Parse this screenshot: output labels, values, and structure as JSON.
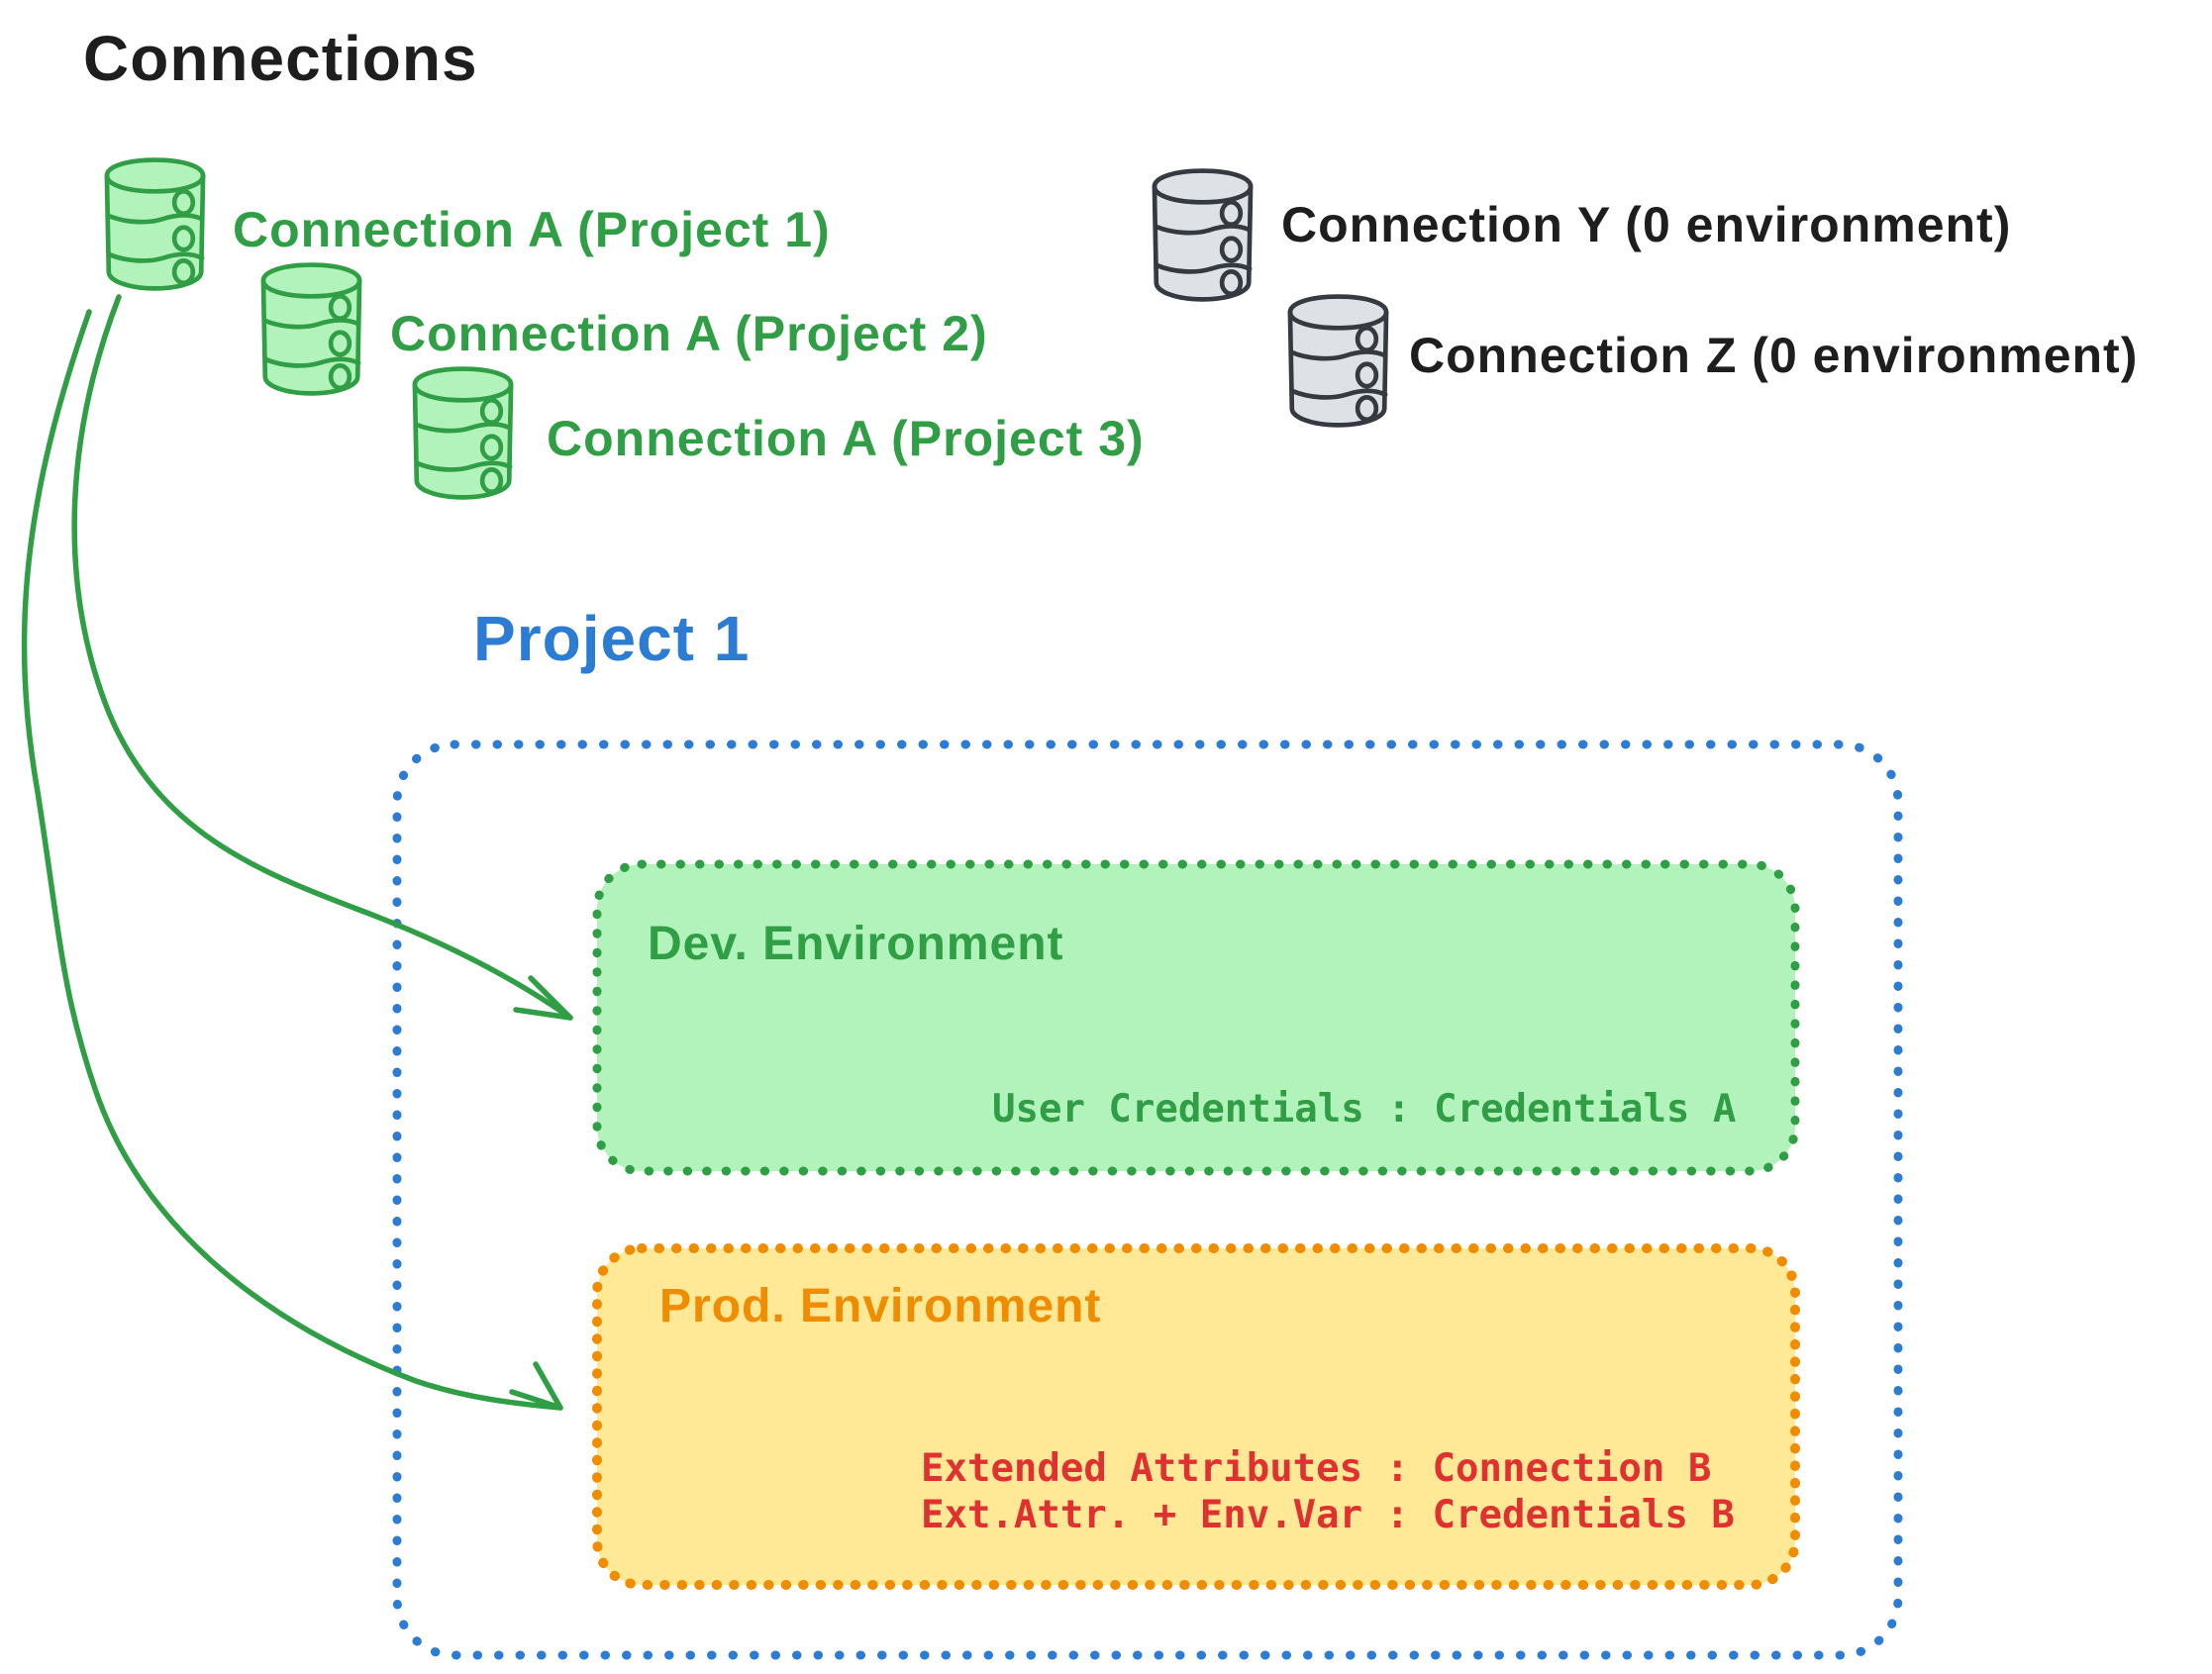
{
  "title": "Connections",
  "green_connections": [
    {
      "label": "Connection A (Project 1)"
    },
    {
      "label": "Connection A (Project 2)"
    },
    {
      "label": "Connection A (Project 3)"
    }
  ],
  "gray_connections": [
    {
      "label": "Connection Y (0 environment)"
    },
    {
      "label": "Connection Z (0 environment)"
    }
  ],
  "project": {
    "title": "Project 1",
    "dev": {
      "title": "Dev. Environment",
      "mapping": "User Credentials : Credentials A"
    },
    "prod": {
      "title": "Prod. Environment",
      "mappings": [
        "Extended Attributes : Connection B",
        "Ext.Attr. + Env.Var : Credentials B"
      ]
    }
  },
  "icons": {
    "database": "database-icon",
    "arrow": "curved-arrow"
  },
  "colors": {
    "black_text": "#1e1e1e",
    "green_stroke": "#2f9e44",
    "green_fill": "#b2f2bb",
    "gray_stroke": "#343a40",
    "gray_fill": "#dee2e6",
    "blue": "#2b7cd2",
    "orange": "#f08c00",
    "yellow_fill": "#ffe896",
    "red_text": "#e03131"
  }
}
